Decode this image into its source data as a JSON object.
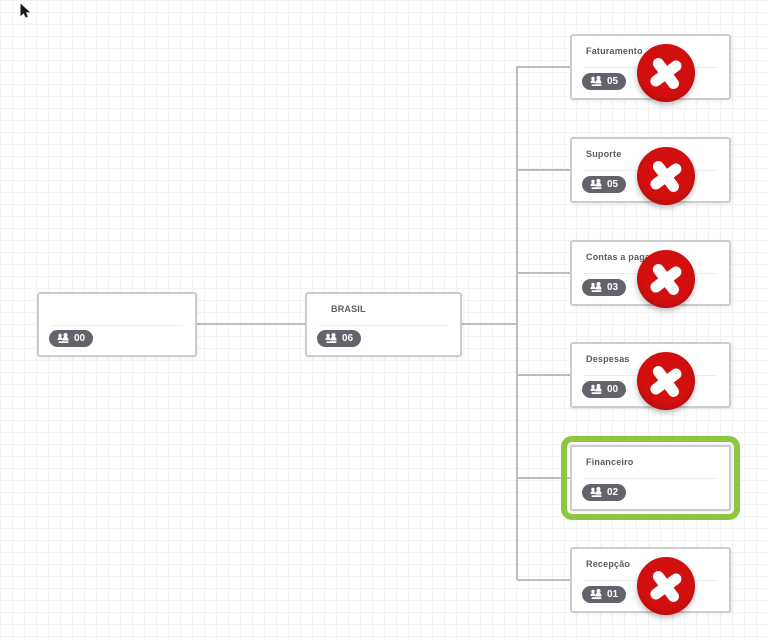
{
  "app": {
    "view": "organization-chart"
  },
  "colors": {
    "delete_red": "#d20f0f",
    "selection_green": "#8dc73f",
    "badge_bg": "#63636b",
    "node_border": "#cccccc",
    "connector_gray": "#bdbdbd",
    "title_text": "#5b5b64"
  },
  "nodes": {
    "root": {
      "title": "",
      "count": "00",
      "has_delete": false,
      "selected": false
    },
    "brasil": {
      "title": "BRASIL",
      "count": "06",
      "has_delete": false,
      "selected": false
    },
    "faturamento": {
      "title": "Faturamento",
      "count": "05",
      "has_delete": true,
      "selected": false
    },
    "suporte": {
      "title": "Suporte",
      "count": "05",
      "has_delete": true,
      "selected": false
    },
    "contas": {
      "title": "Contas a pagar",
      "count": "03",
      "has_delete": true,
      "selected": false
    },
    "despesas": {
      "title": "Despesas",
      "count": "00",
      "has_delete": true,
      "selected": false
    },
    "financeiro": {
      "title": "Financeiro",
      "count": "02",
      "has_delete": false,
      "selected": true
    },
    "recepcao": {
      "title": "Recepção",
      "count": "01",
      "has_delete": true,
      "selected": false
    }
  }
}
